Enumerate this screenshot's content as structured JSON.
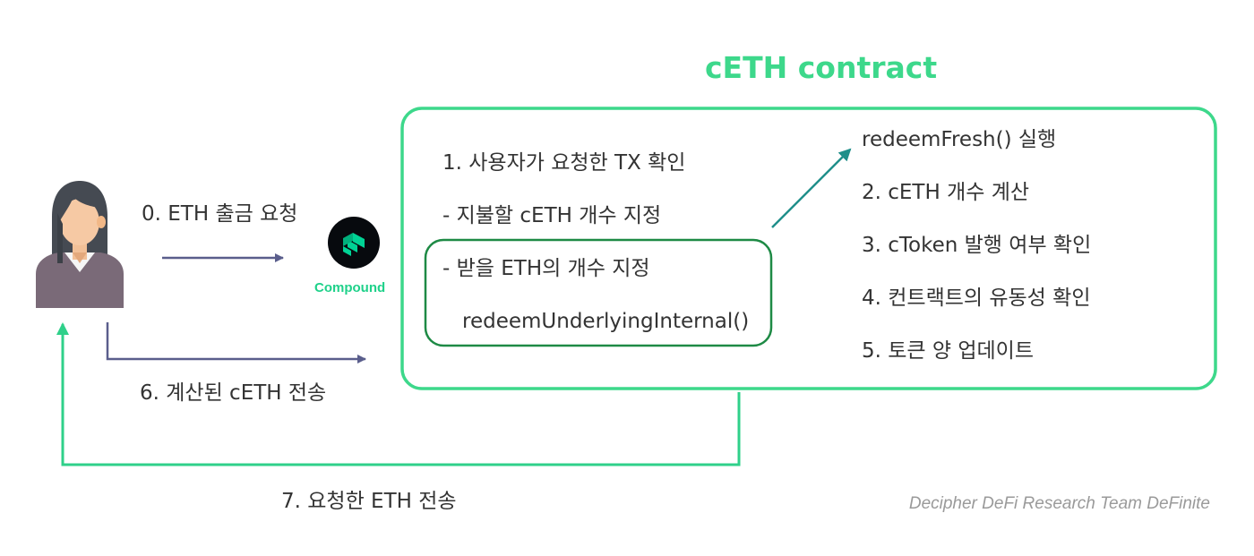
{
  "title": "cETH contract",
  "compound": {
    "label": "Compound",
    "logo_icon": "compound-logo-icon"
  },
  "user": {
    "icon": "user-avatar-icon"
  },
  "steps": {
    "step0": "0. ETH 출금 요청",
    "step6": "6. 계산된 cETH 전송",
    "step7": "7. 요청한 ETH 전송"
  },
  "left_list": {
    "item1": "1. 사용자가 요청한 TX 확인",
    "item2": "- 지불할 cETH 개수 지정",
    "item3": "- 받을 ETH의 개수 지정",
    "func": "redeemUnderlyingInternal()"
  },
  "right_list": {
    "func": "redeemFresh() 실행",
    "item2": "2. cETH 개수 계산",
    "item3": "3. cToken 발행 여부 확인",
    "item4": "4. 컨트랙트의 유동성 확인",
    "item5": "5. 토큰 양 업데이트"
  },
  "credit": "Decipher DeFi Research Team DeFinite",
  "colors": {
    "contract_border": "#3dd88b",
    "highlight_border": "#1e8a45",
    "title": "#3dd88b",
    "step_arrow": "#5a5e8c",
    "teal_arrow": "#1f8f8a",
    "return_arrow": "#2fd08a"
  }
}
